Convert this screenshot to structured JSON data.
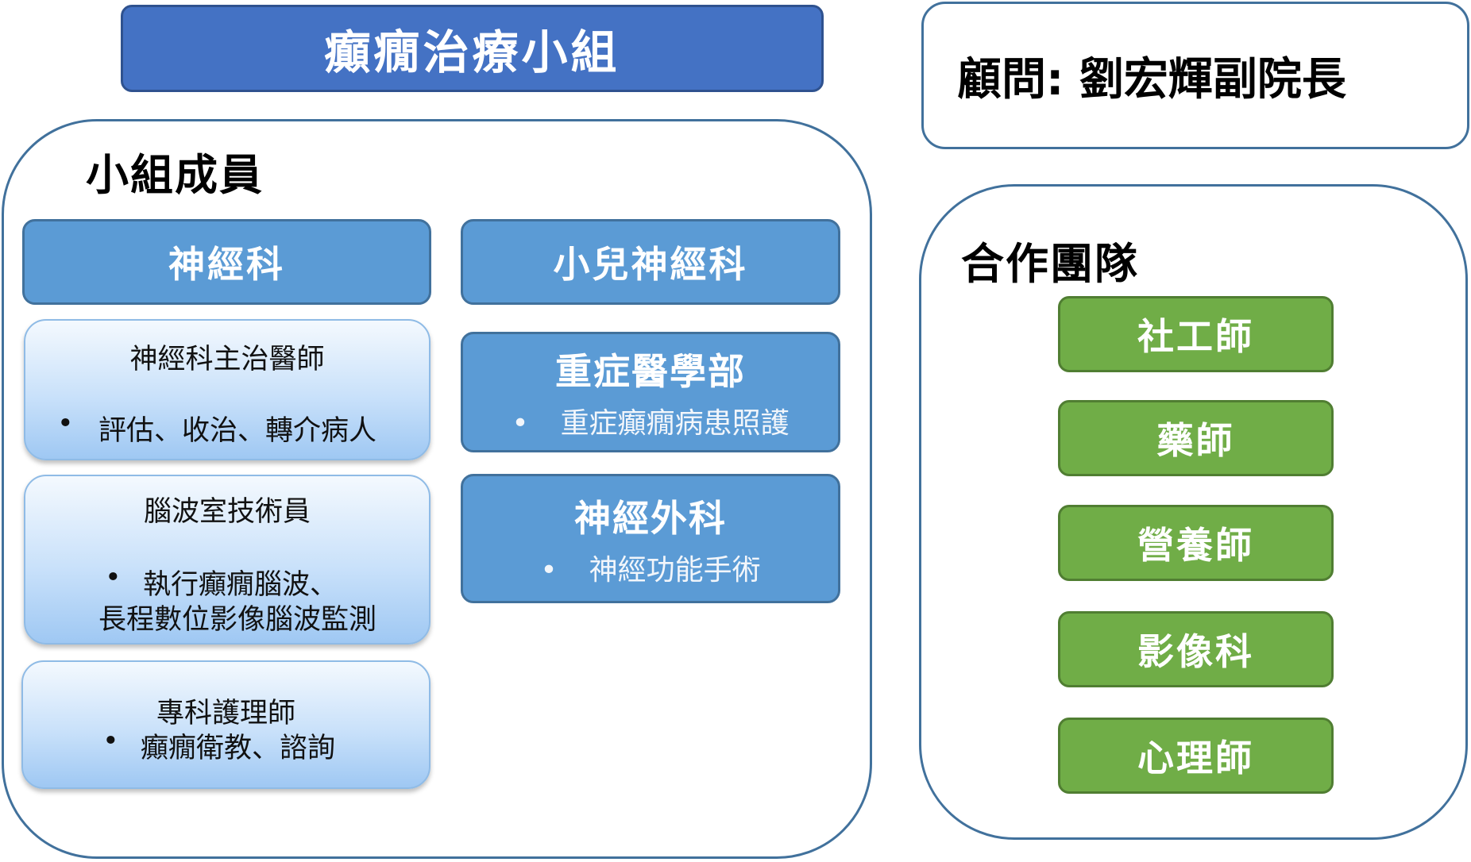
{
  "title": "癲癇治療小組",
  "advisor": "顧問: 劉宏輝副院長",
  "members": {
    "heading": "小組成員",
    "departments": {
      "neurology": "神經科",
      "pediatric_neurology": "小兒神經科",
      "critical_care": {
        "title": "重症醫學部",
        "bullet": "•",
        "desc": "重症癲癇病患照護"
      },
      "neurosurgery": {
        "title": "神經外科",
        "bullet": "•",
        "desc": "神經功能手術"
      }
    },
    "roles": {
      "attending": {
        "title": "神經科主治醫師",
        "bullet": "•",
        "desc": "評估、收治、轉介病人"
      },
      "eeg_tech": {
        "title": "腦波室技術員",
        "bullet": "•",
        "desc_line1": "執行癲癇腦波、",
        "desc_line2": "長程數位影像腦波監測"
      },
      "nurse_practitioner": {
        "title": "專科護理師",
        "bullet": "•",
        "desc": "癲癇衛教、諮詢"
      }
    }
  },
  "partners": {
    "heading": "合作團隊",
    "items": [
      "社工師",
      "藥師",
      "營養師",
      "影像科",
      "心理師"
    ]
  },
  "colors": {
    "title_blue": "#4472c4",
    "dept_blue": "#5b9bd5",
    "border_blue": "#41719c",
    "partner_green": "#70ad47"
  }
}
